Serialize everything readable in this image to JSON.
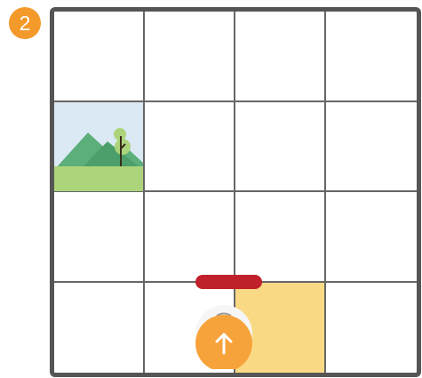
{
  "level": {
    "number": "2",
    "badge_color": "#f39a2b"
  },
  "board": {
    "rows": 4,
    "columns": 4,
    "border_color": "#555555",
    "grid_line_color": "#666666",
    "goal": {
      "icon": "landscape-goal-icon",
      "row": 2,
      "column": 1
    },
    "robot": {
      "row": 4,
      "column": 3,
      "facing": "up",
      "icon": "arrow-up-icon",
      "tile_color": "#fad985",
      "body_color": "#f7a33b",
      "bar_color": "#c0202a"
    }
  }
}
